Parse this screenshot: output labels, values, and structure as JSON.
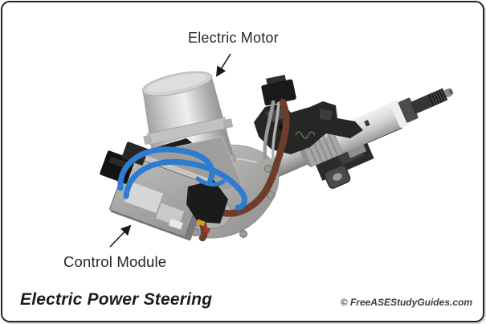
{
  "diagram": {
    "subject": "electric-power-steering-column-assembly",
    "labels": {
      "motor": "Electric Motor",
      "module": "Control Module"
    }
  },
  "footer": {
    "title": "Electric Power Steering",
    "credit": "© FreeASEStudyGuides.com"
  },
  "colors": {
    "frame_border": "#262626",
    "background": "#ffffff",
    "label_text": "#262626",
    "title_text": "#1c1c1c",
    "credit_text": "#3c3c3c",
    "metal_silver": "#c6c6c4",
    "bracket_black": "#232321",
    "wire_blue": "#2e7cd2",
    "wire_brown": "#6e3c2b",
    "module_gray": "#a9a9a7"
  }
}
